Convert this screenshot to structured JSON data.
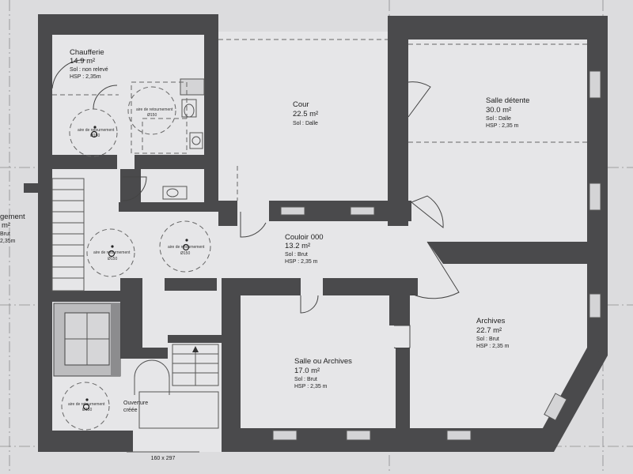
{
  "rooms": {
    "chaufferie": {
      "name": "Chaufferie",
      "area": "14.9 m²",
      "sol": "Sol : non relevé",
      "hsp": "HSP : 2,35m"
    },
    "cour": {
      "name": "Cour",
      "area": "22.5 m²",
      "sol": "Sol : Dalle"
    },
    "salle_detente": {
      "name": "Salle détente",
      "area": "30.0 m²",
      "sol": "Sol : Dalle",
      "hsp": "HSP : 2,35 m"
    },
    "couloir": {
      "name": "Couloir 000",
      "area": "13.2 m²",
      "sol": "Sol : Brut",
      "hsp": "HSP : 2,35 m"
    },
    "archives": {
      "name": "Archives",
      "area": "22.7 m²",
      "sol": "Sol : Brut",
      "hsp": "HSP : 2,35 m"
    },
    "salle_archives": {
      "name": "Salle ou Archives",
      "area": "17.0 m²",
      "sol": "Sol : Brut",
      "hsp": "HSP : 2,35 m"
    },
    "degagement": {
      "name": "gement",
      "area": "m²",
      "sol": "Brut",
      "hsp": "2,35m"
    }
  },
  "annotations": {
    "ouverture": [
      "Ouverture",
      "créée"
    ],
    "dimension": "160 x 297",
    "turning_label": "aire de retournement",
    "turning_diameter": "Ø150"
  }
}
